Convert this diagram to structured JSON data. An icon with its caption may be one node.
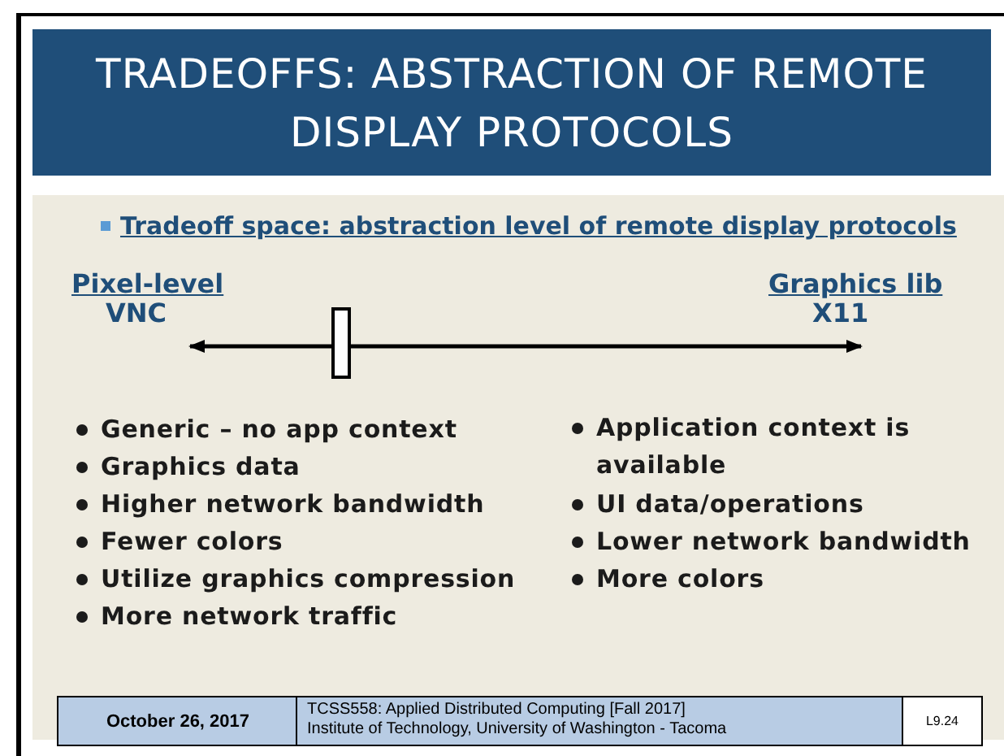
{
  "diagram": {
    "title": "TRADEOFFS: ABSTRACTION OF REMOTE DISPLAY PROTOCOLS",
    "labels": [
      "Tradeoff space: abstraction level of remote display protocols",
      "Pixel-level",
      "VNC",
      "Graphics lib",
      "X11",
      "Generic – no app context",
      "Graphics data",
      "Higher network bandwidth",
      "Fewer colors",
      "Utilize graphics compression",
      "More network traffic",
      "Application context is available",
      "UI data/operations",
      "Lower network bandwidth",
      "More colors",
      "October 26, 2017",
      "TCSS558: Applied Distributed Computing [Fall 2017]",
      "Institute of Technology, University of Washington - Tacoma",
      "L9.24"
    ]
  }
}
